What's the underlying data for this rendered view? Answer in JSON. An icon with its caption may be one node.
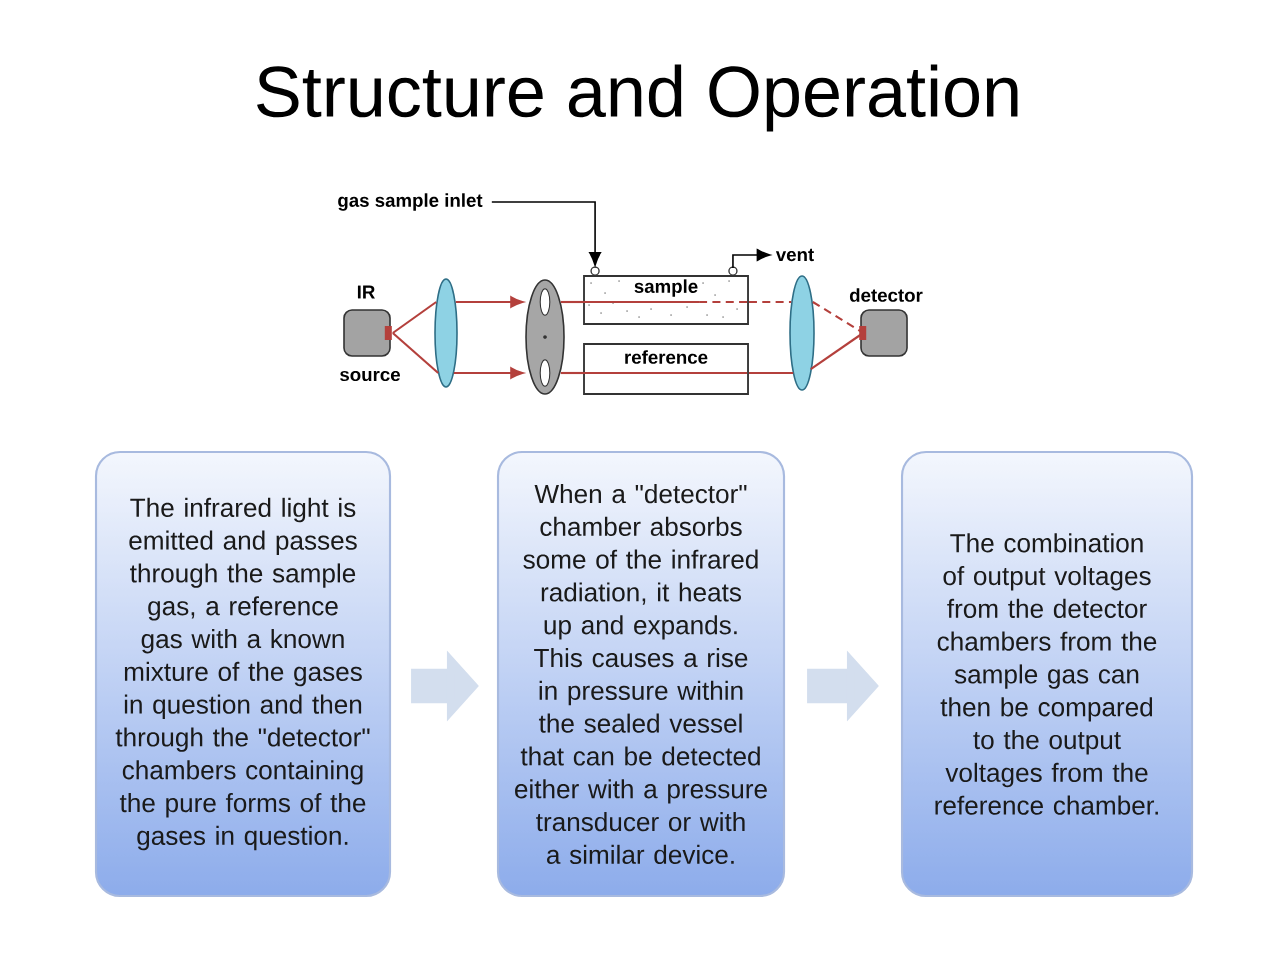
{
  "diagram": {
    "title": "Structure and Operation",
    "nodes": [
      {
        "text": [
          "gas sample inlet"
        ]
      },
      {
        "text": [
          "vent"
        ]
      },
      {
        "text": [
          "IR",
          "source"
        ]
      },
      {
        "text": [],
        "shape": "lens"
      },
      {
        "text": [],
        "shape": "disc"
      },
      {
        "text": [
          "sample"
        ]
      },
      {
        "text": [
          "reference"
        ]
      },
      {
        "text": [],
        "shape": "lens"
      },
      {
        "text": [
          "detector"
        ]
      },
      {
        "text": [
          "The infrared light is emitted and passes through the sample gas, a reference gas with a known mixture of the gases in question and then through the \"detector\" chambers containing the pure forms of the gases in question."
        ]
      },
      {
        "text": [
          "When a \"detector\" chamber absorbs some of the infrared radiation, it heats up and expands. This causes a rise in pressure within the sealed vessel that can be detected either with a pressure transducer or with a similar device."
        ]
      },
      {
        "text": [
          "The combination of output voltages from the detector chambers from the sample gas can then be compared to the output voltages from the reference chamber."
        ]
      }
    ],
    "edges": [
      {
        "from": 0,
        "to": 5,
        "arrow": "to",
        "color": "#000000"
      },
      {
        "from": 5,
        "to": 1,
        "arrow": "to",
        "color": "#000000"
      },
      {
        "from": 2,
        "to": 3,
        "arrow": "none"
      },
      {
        "from": 2,
        "to": 3,
        "arrow": "none"
      },
      {
        "from": 3,
        "to": 4,
        "arrow": "to"
      },
      {
        "from": 3,
        "to": 4,
        "arrow": "to"
      },
      {
        "from": 4,
        "to": 5,
        "arrow": "none"
      },
      {
        "from": 4,
        "to": 6,
        "arrow": "none"
      },
      {
        "from": 5,
        "to": 7,
        "arrow": "none",
        "style": "dashed"
      },
      {
        "from": 6,
        "to": 7,
        "arrow": "none"
      },
      {
        "from": 7,
        "to": 8,
        "arrow": "none",
        "style": "dashed"
      },
      {
        "from": 7,
        "to": 8,
        "arrow": "none"
      },
      {
        "from": 9,
        "to": 10,
        "arrow": "to",
        "style": "thick",
        "color": "#d3deee"
      },
      {
        "from": 10,
        "to": 11,
        "arrow": "to",
        "style": "thick",
        "color": "#d3deee"
      }
    ]
  }
}
